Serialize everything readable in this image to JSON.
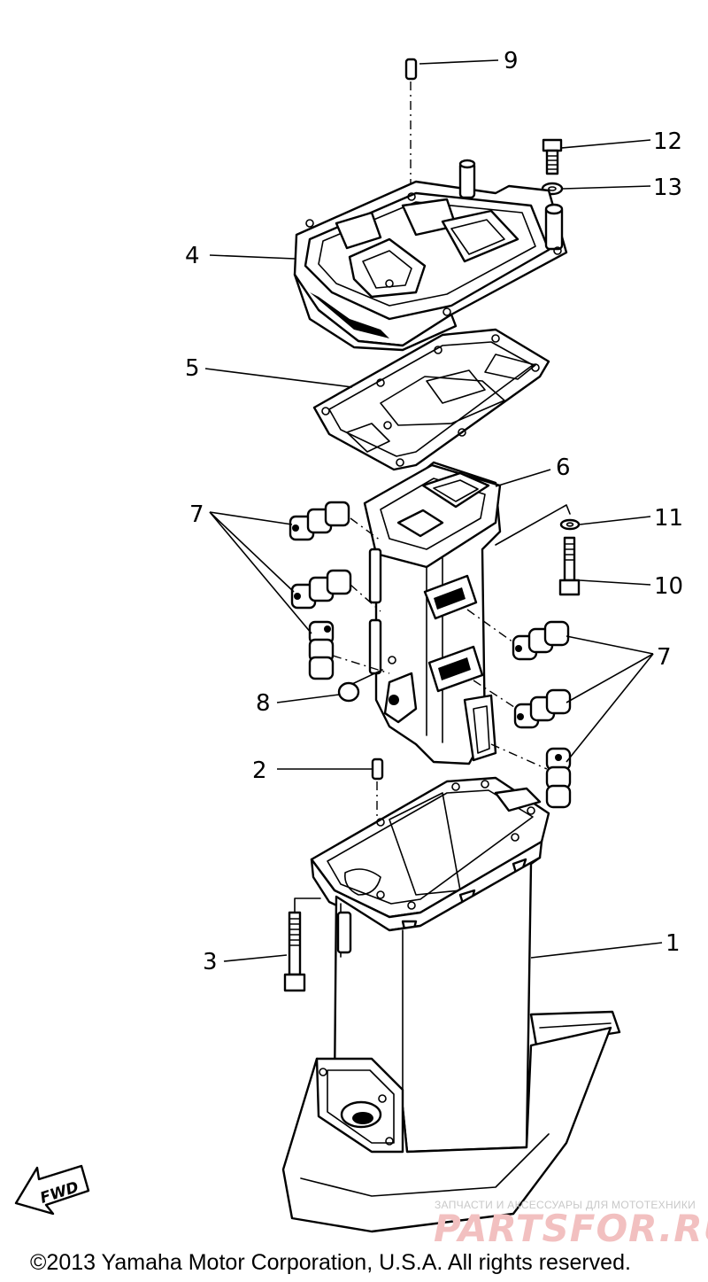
{
  "callouts": {
    "c1": "1",
    "c2": "2",
    "c3": "3",
    "c4": "4",
    "c5": "5",
    "c6": "6",
    "c7a": "7",
    "c7b": "7",
    "c8": "8",
    "c9": "9",
    "c10": "10",
    "c11": "11",
    "c12": "12",
    "c13": "13"
  },
  "fwd_label": "FWD",
  "watermark": {
    "tagline": "ЗАПЧАСТИ И АКСЕССУАРЫ ДЛЯ МОТОТЕХНИКИ",
    "brand": "PARTSFOR.RU"
  },
  "copyright": "©2013 Yamaha Motor Corporation, U.S.A. All rights reserved."
}
